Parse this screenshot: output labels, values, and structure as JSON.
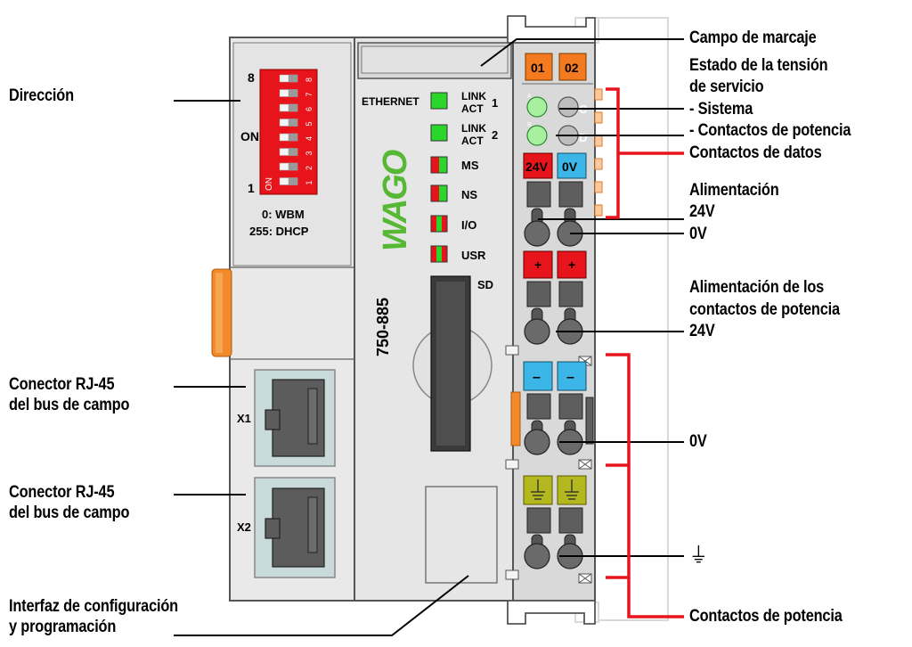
{
  "left_labels": {
    "direccion": "Dirección",
    "rj45_1_line1": "Conector RJ-45",
    "rj45_1_line2": "del bus de campo",
    "rj45_2_line1": "Conector RJ-45",
    "rj45_2_line2": "del bus de campo",
    "config_line1": "Interfaz de configuración",
    "config_line2": "y programación"
  },
  "right_labels": {
    "campo_marcaje": "Campo de marcaje",
    "estado_line1": "Estado de la tensión",
    "estado_line2": "de servicio",
    "estado_line3": "- Sistema",
    "estado_line4": "- Contactos de potencia",
    "contactos_datos": "Contactos de datos",
    "alim_line1": "Alimentación",
    "alim_line2": "24V",
    "alim_0v": "0V",
    "alimpot_line1": "Alimentación de los",
    "alimpot_line2": "contactos de potencia",
    "alimpot_line3": "24V",
    "zero_v_2": "0V",
    "ground_symbol": "⏚",
    "contactos_potencia": "Contactos de potencia"
  },
  "device": {
    "dip_top": "8",
    "dip_on": "ON",
    "dip_bottom": "1",
    "dip_numbers": [
      "8",
      "7",
      "6",
      "5",
      "4",
      "3",
      "2",
      "1"
    ],
    "dip_on_small": "ON",
    "wbm": "0: WBM",
    "dhcp": "255: DHCP",
    "ethernet": "ETHERNET",
    "brand": "WAGO",
    "model": "750-885",
    "sd": "SD",
    "x1": "X1",
    "x2": "X2",
    "led_link1_a": "LINK",
    "led_link1_b": "ACT",
    "led_link1_n": "1",
    "led_link2_a": "LINK",
    "led_link2_b": "ACT",
    "led_link2_n": "2",
    "led_ms": "MS",
    "led_ns": "NS",
    "led_io": "I/O",
    "led_usr": "USR",
    "term_01": "01",
    "term_02": "02",
    "led_a": "A",
    "led_b": "B",
    "led_c": "C",
    "led_d": "D",
    "term_24v": "24V",
    "term_0v": "0V",
    "plus1": "+",
    "plus2": "+",
    "minus1": "–",
    "minus2": "–"
  },
  "colors": {
    "housing": "#e6e6e6",
    "housing_dark": "#d2d2d2",
    "outline": "#555555",
    "dip_red": "#e8141b",
    "led_green": "#2bd62b",
    "terminal_orange": "#f47a1f",
    "terminal_red": "#e8141b",
    "terminal_blue": "#3cb6e8",
    "terminal_yellow": "#b3b81e",
    "annot_red": "#e8141b",
    "wago_green": "#56b834"
  }
}
